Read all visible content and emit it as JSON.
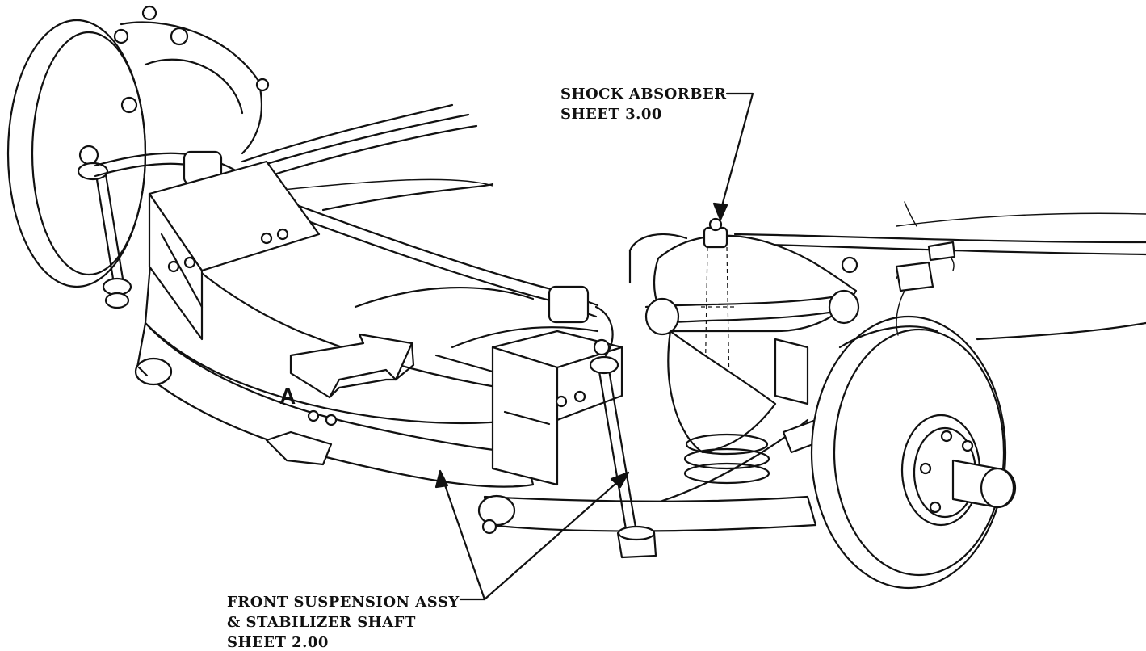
{
  "callouts": {
    "shock_absorber": {
      "line1": "SHOCK ABSORBER",
      "line2": "SHEET 3.00"
    },
    "front_suspension": {
      "line1": "FRONT SUSPENSION ASSY",
      "line2": "& STABILIZER SHAFT",
      "line3": "SHEET 2.00"
    }
  },
  "view_arrow": {
    "letter": "A"
  }
}
